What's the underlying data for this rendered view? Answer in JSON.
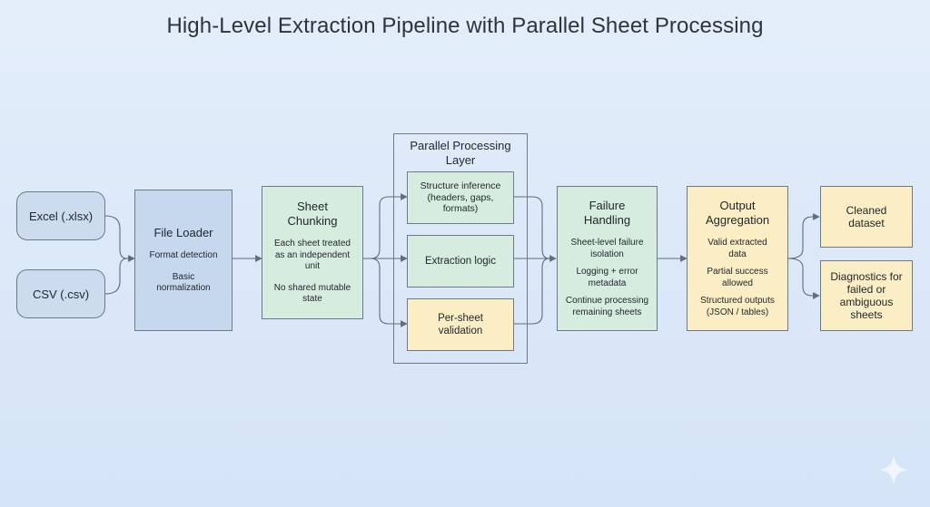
{
  "title": "High-Level Extraction Pipeline with Parallel Sheet Processing",
  "inputs": {
    "excel": "Excel (.xlsx)",
    "csv": "CSV (.csv)"
  },
  "file_loader": {
    "heading": "File Loader",
    "lines": [
      "Format detection",
      "Basic\nnormalization"
    ]
  },
  "chunking": {
    "heading": "Sheet\nChunking",
    "lines": [
      "Each sheet treated\nas an independent\nunit",
      "No shared mutable\nstate"
    ]
  },
  "parallel_layer": {
    "heading": "Parallel Processing\nLayer",
    "structure": "Structure inference\n(headers, gaps,\nformats)",
    "extraction": "Extraction logic",
    "validation": "Per-sheet\nvalidation"
  },
  "failure": {
    "heading": "Failure\nHandling",
    "lines": [
      "Sheet-level failure\nisolation",
      "Logging + error\nmetadata",
      "Continue processing\nremaining sheets"
    ]
  },
  "aggregation": {
    "heading": "Output\nAggregation",
    "lines": [
      "Valid extracted\ndata",
      "Partial success\nallowed",
      "Structured outputs\n(JSON / tables)"
    ]
  },
  "outputs": {
    "cleaned": "Cleaned\ndataset",
    "diagnostics": "Diagnostics for\nfailed or\nambiguous\nsheets"
  },
  "colors": {
    "blue_fill": "#c5d8ee",
    "green_fill": "#d5ecdf",
    "yellow_fill": "#fbeec4",
    "stroke": "#6f7a88",
    "arrow": "#636c78"
  }
}
